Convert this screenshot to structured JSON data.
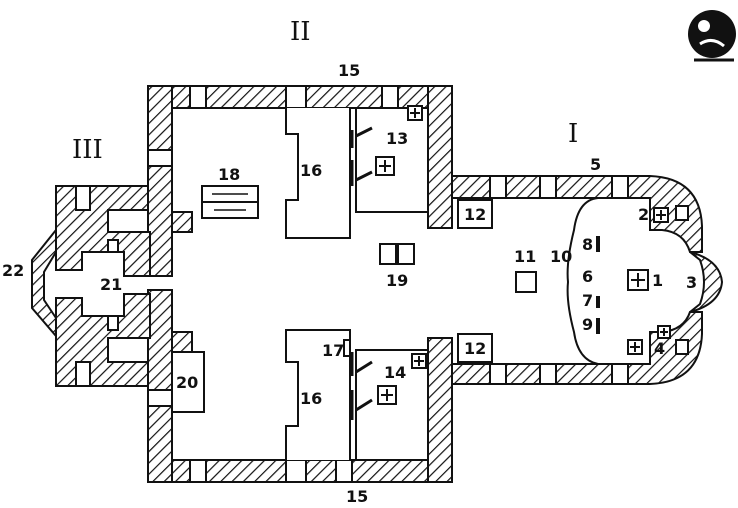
{
  "plan": {
    "sections": {
      "I": "I",
      "II": "II",
      "III": "III"
    },
    "labels": {
      "n1": "1",
      "n2": "2",
      "n3": "3",
      "n4": "4",
      "n5": "5",
      "n6": "6",
      "n7": "7",
      "n8": "8",
      "n9": "9",
      "n10": "10",
      "n11": "11",
      "n12a": "12",
      "n12b": "12",
      "n13": "13",
      "n14": "14",
      "n15a": "15",
      "n15b": "15",
      "n16a": "16",
      "n16b": "16",
      "n17": "17",
      "n18": "18",
      "n19": "19",
      "n20": "20",
      "n21": "21",
      "n22": "22"
    },
    "colors": {
      "ink": "#111111",
      "paper": "#ffffff"
    },
    "stamp": {
      "icon": "library-stamp-icon"
    }
  }
}
